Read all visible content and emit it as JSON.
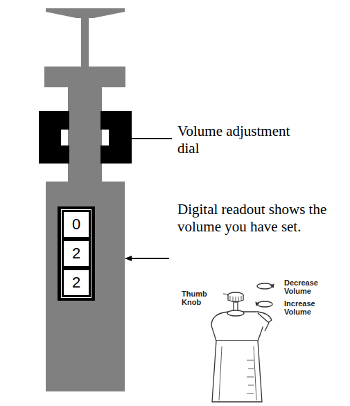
{
  "diagram": {
    "nodes": [
      {
        "text": [
          "0"
        ]
      },
      {
        "text": [
          "2"
        ]
      },
      {
        "text": [
          "2"
        ]
      }
    ],
    "labels": [
      "Volume adjustment dial",
      "Digital readout shows the volume you have set.",
      "Thumb Knob",
      "Decrease Volume",
      "Increase Volume"
    ]
  }
}
